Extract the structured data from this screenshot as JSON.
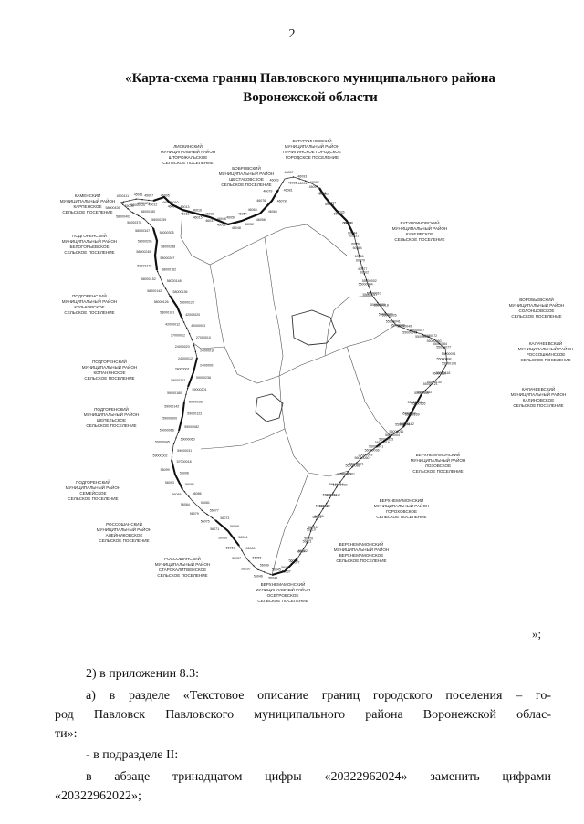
{
  "page_number": "2",
  "title": {
    "line1": "«Карта-схема границ Павловского муниципального района",
    "line2": "Воронежской области"
  },
  "map": {
    "labels": [
      {
        "id": "liski",
        "lines": [
          "ЛИСКИНСКИЙ",
          "МУНИЦИПАЛЬНЫЙ РАЙОН",
          "ШТОРОЖАЛЬСКОЕ",
          "СЕЛЬСКОЕ ПОСЕЛЕНИЕ"
        ]
      },
      {
        "id": "buturlinovka-town",
        "lines": [
          "БУТУРЛИНОВСКИЙ",
          "МУНИЦИПАЛЬНЫЙ РАЙОН",
          "ПИЧИГИНСКОЕ ГОРОДСКОЕ",
          "ГОРОДСКОЕ ПОСЕЛЕНИЕ"
        ]
      },
      {
        "id": "bobrov",
        "lines": [
          "БОБРОВСКИЙ",
          "МУНИЦИПАЛЬНЫЙ РАЙОН",
          "ШЕСТАКОВСКОЕ",
          "СЕЛЬСКОЕ ПОСЕЛЕНИЕ"
        ]
      },
      {
        "id": "kamenka",
        "lines": [
          "КАМЕНСКИЙ",
          "МУНИЦИПАЛЬНЫЙ РАЙОН",
          "КАРПЕНСКОЕ",
          "СЕЛЬСКОЕ ПОСЕЛЕНИЕ"
        ]
      },
      {
        "id": "podgornoe-1",
        "lines": [
          "ПОДГОРЕНСКИЙ",
          "МУНИЦИПАЛЬНЫЙ РАЙОН",
          "БЕЛОГОРЬЕВСКОЕ",
          "СЕЛЬСКОЕ ПОСЕЛЕНИЕ"
        ]
      },
      {
        "id": "buturlinovka-2",
        "lines": [
          "БУТУРЛИНОВСКИЙ",
          "МУНИЦИПАЛЬНЫЙ РАЙОН",
          "КУЧЕЯВСКОЕ",
          "СЕЛЬСКОЕ ПОСЕЛЕНИЕ"
        ]
      },
      {
        "id": "podgornoe-2",
        "lines": [
          "ПОДГОРЕНСКИЙ",
          "МУНИЦИПАЛЬНЫЙ РАЙОН",
          "КУЛЬКОВСКОЕ",
          "СЕЛЬСКОЕ ПОСЕЛЕНИЕ"
        ]
      },
      {
        "id": "vorobyovka",
        "lines": [
          "ВОРОБЬЕВСКИЙ",
          "МУНИЦИПАЛЬНЫЙ РАЙОН",
          "СОЛОНЦОВСКОЕ",
          "СЕЛЬСКОЕ ПОСЕЛЕНИЕ"
        ]
      },
      {
        "id": "kalach-1",
        "lines": [
          "КАЛАЧЕЕВСКИЙ",
          "МУНИЦИПАЛЬНЫЙ РАЙОН",
          "РОССОШКИНСКОЕ",
          "СЕЛЬСКОЕ ПОСЕЛЕНИЕ"
        ]
      },
      {
        "id": "podgornoe-3",
        "lines": [
          "ПОДГОРЕНСКИЙ",
          "МУНИЦИПАЛЬНЫЙ РАЙОН",
          "КОПАНЯНСКОЕ",
          "СЕЛЬСКОЕ ПОСЕЛЕНИЕ"
        ]
      },
      {
        "id": "kalach-2",
        "lines": [
          "КАЛАЧЕЕВСКИЙ",
          "МУНИЦИПАЛЬНЫЙ РАЙОН",
          "КАЛИНОВСКОЕ",
          "СЕЛЬСКОЕ ПОСЕЛЕНИЕ"
        ]
      },
      {
        "id": "podgornoe-4",
        "lines": [
          "ПОДГОРЕНСКИЙ",
          "МУНИЦИПАЛЬНЫЙ РАЙОН",
          "ШЕПЕЛЬСКОЕ",
          "СЕЛЬСКОЕ ПОСЕЛЕНИЕ"
        ]
      },
      {
        "id": "vmamon-1",
        "lines": [
          "ВЕРХНЕМАМОНСКИЙ",
          "МУНИЦИПАЛЬНЫЙ РАЙОН",
          "ЛОЗОВСКОЕ",
          "СЕЛЬСКОЕ ПОСЕЛЕНИЕ"
        ]
      },
      {
        "id": "podgornoe-5",
        "lines": [
          "ПОДГОРЕНСКИЙ",
          "МУНИЦИПАЛЬНЫЙ РАЙОН",
          "СЕМЕЙСКОЕ",
          "СЕЛЬСКОЕ ПОСЕЛЕНИЕ"
        ]
      },
      {
        "id": "vmamon-2",
        "lines": [
          "ВЕРХНЕМАМОНСКИЙ",
          "МУНИЦИПАЛЬНЫЙ РАЙОН",
          "ГОРОХОВСКОЕ",
          "СЕЛЬСКОЕ ПОСЕЛЕНИЕ"
        ]
      },
      {
        "id": "rossosh-1",
        "lines": [
          "РОССОШАНСКИЙ",
          "МУНИЦИПАЛЬНЫЙ РАЙОН",
          "АЛЕЙНИКОВСКОЕ",
          "СЕЛЬСКОЕ ПОСЕЛЕНИЕ"
        ]
      },
      {
        "id": "vmamon-3",
        "lines": [
          "ВЕРХНЕМАМОНСКИЙ",
          "МУНИЦИПАЛЬНЫЙ РАЙОН",
          "ВЕРХНЕМАМОНСКОЕ",
          "СЕЛЬСКОЕ ПОСЕЛЕНИЕ"
        ]
      },
      {
        "id": "rossosh-2",
        "lines": [
          "РОССОШАНСКИЙ",
          "МУНИЦИПАЛЬНЫЙ РАЙОН",
          "СТАРОКАЛИТВЕНСКОЕ",
          "СЕЛЬСКОЕ ПОСЕЛЕНИЕ"
        ]
      },
      {
        "id": "vmamon-4",
        "lines": [
          "ВЕРХНЕМАМОНСКИЙ",
          "МУНИЦИПАЛЬНЫЙ РАЙОН",
          "ОСЕТРОВСКОЕ",
          "СЕЛЬСКОЕ ПОСЕЛЕНИЕ"
        ]
      }
    ],
    "codes": [
      "45003",
      "4500111",
      "4500121",
      "45011",
      "45012",
      "45007",
      "46003",
      "46005",
      "46007",
      "46010",
      "46011",
      "46013",
      "46015",
      "46016",
      "46031",
      "46032",
      "46038",
      "46046",
      "46048",
      "46050",
      "46052",
      "46054",
      "46056",
      "46063",
      "46065",
      "46076",
      "46078",
      "46079",
      "46081",
      "46083",
      "46086",
      "48087",
      "46091",
      "46093",
      "46097",
      "60087",
      "60081",
      "60083",
      "60001",
      "60007",
      "60022",
      "60026",
      "60035",
      "60040",
      "60044",
      "60051",
      "60058",
      "60064",
      "60066",
      "60070",
      "60077",
      "60102",
      "55000002",
      "55000004",
      "55000010",
      "55000017",
      "55000018",
      "55000023",
      "55000026",
      "55000030",
      "55000038",
      "55000041",
      "55000045",
      "55000049",
      "55000054",
      "55000057",
      "55000060",
      "55000072",
      "55000077",
      "55000084",
      "55000091",
      "55000098",
      "55000106",
      "55000110",
      "55000118",
      "55000121",
      "55000130",
      "55000135",
      "55000142",
      "55000149",
      "55000155",
      "55000160",
      "55000169",
      "55000174",
      "55000182",
      "56000004",
      "56000011",
      "56000019",
      "56000025",
      "56000036",
      "56000041",
      "56000050",
      "56000063",
      "56000088",
      "56000091",
      "56000197",
      "56100001",
      "56100016",
      "56100039",
      "56200011",
      "56200017",
      "56200030",
      "56006",
      "56008",
      "56011",
      "56015",
      "56019",
      "56020",
      "56021",
      "56022",
      "56024",
      "56027",
      "56030",
      "56037",
      "56040",
      "56043",
      "56045",
      "56046",
      "56049",
      "56050",
      "56055",
      "56057",
      "56060",
      "56062",
      "56064",
      "56066",
      "56068",
      "56071",
      "56073",
      "56075",
      "56077",
      "56079",
      "56081",
      "56084",
      "56086",
      "56088",
      "56091",
      "56093",
      "56096",
      "56099",
      "57000018",
      "59000002",
      "59000031",
      "59000045",
      "59000060",
      "59000066",
      "59000082",
      "59000100",
      "59000122",
      "59000142",
      "59000166",
      "59000180",
      "59000201",
      "59000212",
      "59000236",
      "24000001",
      "24000007",
      "24000012",
      "24000016",
      "24000023",
      "27000010",
      "27000012",
      "42000003",
      "42000012",
      "42000020",
      "58000101",
      "58000120",
      "58000126",
      "58000136",
      "58000142",
      "58000148",
      "58000152",
      "58000162",
      "58000178",
      "58000207",
      "58000245",
      "58000288",
      "58000291",
      "58000305",
      "58000347",
      "58000359",
      "58000378",
      "58000380",
      "58000402",
      "58000420",
      "58000426"
    ]
  },
  "closing_mark": "»;",
  "paragraphs": {
    "p1": "2) в приложении 8.3:",
    "p2_line1": "а) в разделе «Текстовое описание границ городского поселения – го-",
    "p2_line2": "род Павловск Павловского муниципального района Воронежской облас-",
    "p2_line3": "ти»:",
    "p3": "- в подразделе II:",
    "p4_line1": "в абзаце тринадцатом цифры «20322962024» заменить цифрами",
    "p4_line2": "«20322962022»;"
  }
}
